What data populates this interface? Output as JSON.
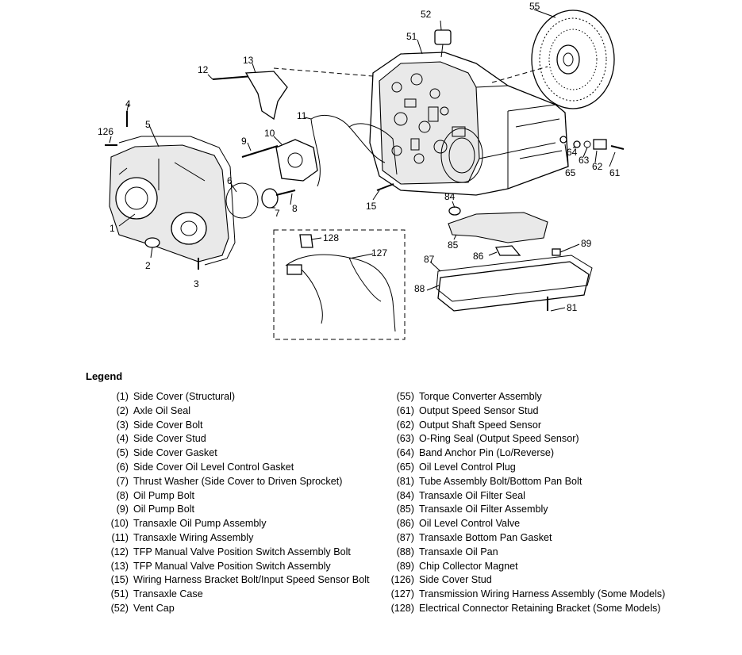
{
  "legend": {
    "title": "Legend",
    "left": [
      {
        "num": "(1)",
        "desc": "Side Cover (Structural)"
      },
      {
        "num": "(2)",
        "desc": "Axle Oil Seal"
      },
      {
        "num": "(3)",
        "desc": "Side Cover Bolt"
      },
      {
        "num": "(4)",
        "desc": "Side Cover Stud"
      },
      {
        "num": "(5)",
        "desc": "Side Cover Gasket"
      },
      {
        "num": "(6)",
        "desc": "Side Cover Oil Level Control Gasket"
      },
      {
        "num": "(7)",
        "desc": "Thrust Washer (Side Cover to Driven Sprocket)"
      },
      {
        "num": "(8)",
        "desc": "Oil Pump Bolt"
      },
      {
        "num": "(9)",
        "desc": "Oil Pump Bolt"
      },
      {
        "num": "(10)",
        "desc": "Transaxle Oil Pump Assembly"
      },
      {
        "num": "(11)",
        "desc": "Transaxle Wiring Assembly"
      },
      {
        "num": "(12)",
        "desc": "TFP Manual Valve Position Switch Assembly Bolt"
      },
      {
        "num": "(13)",
        "desc": "TFP Manual Valve Position Switch Assembly"
      },
      {
        "num": "(15)",
        "desc": "Wiring Harness Bracket Bolt/Input Speed Sensor Bolt"
      },
      {
        "num": "(51)",
        "desc": "Transaxle Case"
      },
      {
        "num": "(52)",
        "desc": "Vent Cap"
      }
    ],
    "right": [
      {
        "num": "(55)",
        "desc": "Torque Converter Assembly"
      },
      {
        "num": "(61)",
        "desc": "Output Speed Sensor Stud"
      },
      {
        "num": "(62)",
        "desc": "Output Shaft Speed Sensor"
      },
      {
        "num": "(63)",
        "desc": "O-Ring Seal (Output Speed Sensor)"
      },
      {
        "num": "(64)",
        "desc": "Band Anchor Pin (Lo/Reverse)"
      },
      {
        "num": "(65)",
        "desc": "Oil Level Control Plug"
      },
      {
        "num": "(81)",
        "desc": "Tube Assembly Bolt/Bottom Pan Bolt"
      },
      {
        "num": "(84)",
        "desc": "Transaxle Oil Filter Seal"
      },
      {
        "num": "(85)",
        "desc": "Transaxle Oil Filter Assembly"
      },
      {
        "num": "(86)",
        "desc": "Oil Level Control Valve"
      },
      {
        "num": "(87)",
        "desc": "Transaxle Bottom Pan Gasket"
      },
      {
        "num": "(88)",
        "desc": "Transaxle Oil Pan"
      },
      {
        "num": "(89)",
        "desc": "Chip Collector Magnet"
      },
      {
        "num": "(126)",
        "desc": "Side Cover Stud"
      },
      {
        "num": "(127)",
        "desc": "Transmission Wiring Harness Assembly (Some Models)"
      },
      {
        "num": "(128)",
        "desc": "Electrical Connector Retaining Bracket (Some Models)"
      }
    ]
  },
  "callouts": {
    "c1": "1",
    "c2": "2",
    "c3": "3",
    "c4": "4",
    "c5": "5",
    "c6": "6",
    "c7": "7",
    "c8": "8",
    "c9": "9",
    "c10": "10",
    "c11": "11",
    "c12": "12",
    "c13": "13",
    "c15": "15",
    "c51": "51",
    "c52": "52",
    "c55": "55",
    "c61": "61",
    "c62": "62",
    "c63": "63",
    "c64": "64",
    "c65": "65",
    "c81": "81",
    "c84": "84",
    "c85": "85",
    "c86": "86",
    "c87": "87",
    "c88": "88",
    "c89": "89",
    "c126": "126",
    "c127": "127",
    "c128": "128"
  }
}
